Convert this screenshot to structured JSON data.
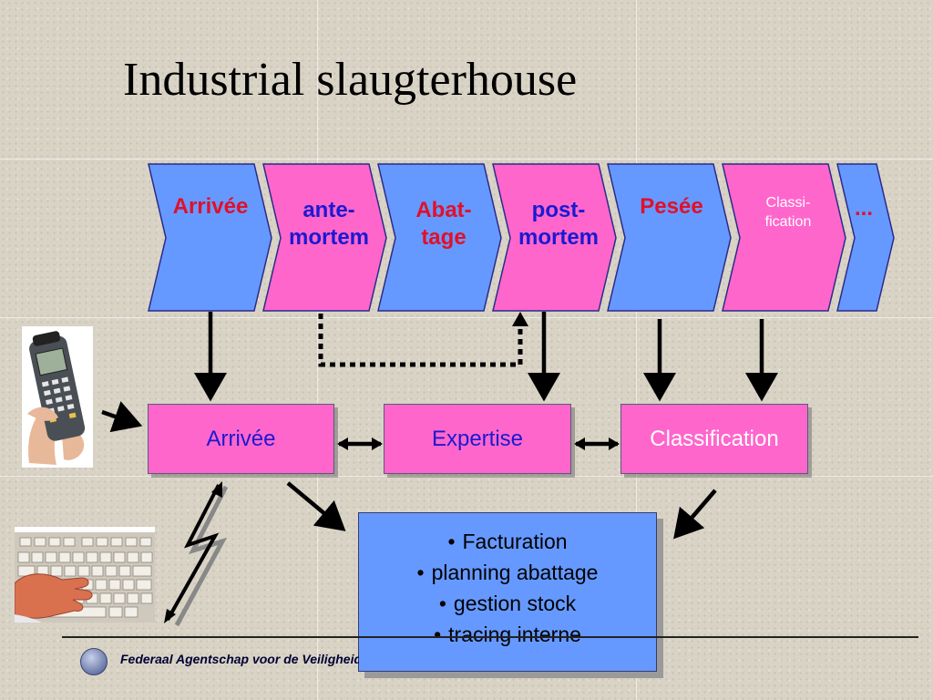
{
  "title": "Industrial slaugterhouse",
  "colors": {
    "chevron_blue": "#6699ff",
    "chevron_pink": "#ff66cc",
    "label_red": "#e0102a",
    "label_blue": "#1a1ad0",
    "info_box": "#6699ff"
  },
  "chevrons": [
    {
      "line1": "Arrivée",
      "line2": "",
      "fill": "blue",
      "text": "red"
    },
    {
      "line1": "ante-",
      "line2": "mortem",
      "fill": "pink",
      "text": "blue"
    },
    {
      "line1": "Abat-",
      "line2": "tage",
      "fill": "blue",
      "text": "red"
    },
    {
      "line1": "post-",
      "line2": "mortem",
      "fill": "pink",
      "text": "blue"
    },
    {
      "line1": "Pesée",
      "line2": "",
      "fill": "blue",
      "text": "red"
    },
    {
      "line1": "Classi-",
      "line2": "fication",
      "fill": "pink",
      "text": "white"
    },
    {
      "line1": "...",
      "line2": "",
      "fill": "blue",
      "text": "red"
    }
  ],
  "systems": [
    {
      "label": "Arrivée"
    },
    {
      "label": "Expertise"
    },
    {
      "label": "Classification"
    }
  ],
  "info_items": [
    "Facturation",
    "planning abattage",
    "gestion stock",
    "tracing interne"
  ],
  "bullet": "•",
  "footer": "Federaal Agentschap voor de Veiligheid van de Voedselketen",
  "icons": {
    "scanner": "handheld-scanner-icon",
    "keyboard": "keyboard-hand-icon",
    "logo": "agency-logo-icon"
  }
}
